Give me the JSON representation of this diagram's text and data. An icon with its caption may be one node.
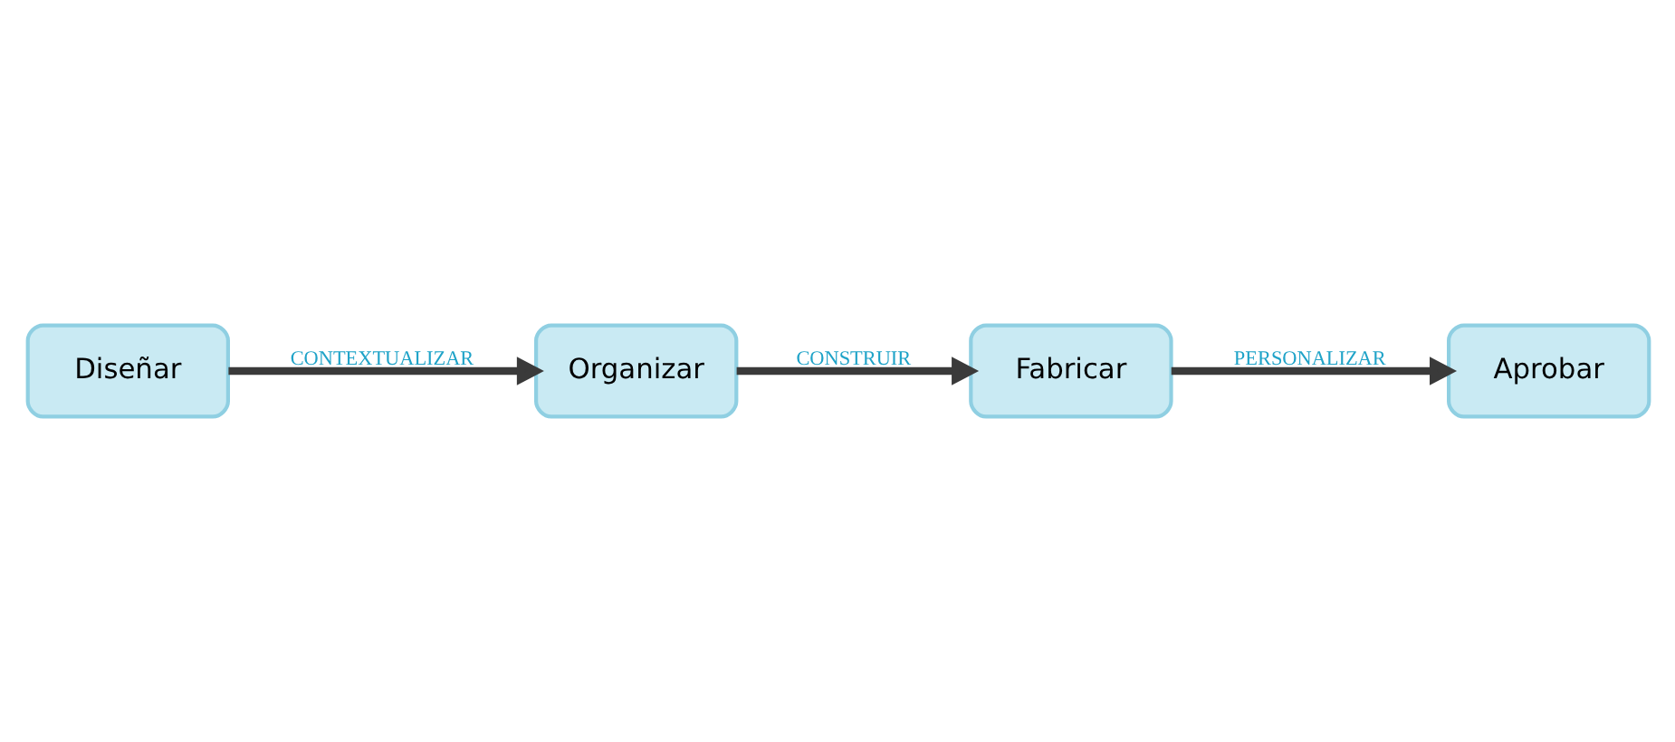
{
  "diagram": {
    "nodes": [
      {
        "text": [
          "Diseñar"
        ]
      },
      {
        "text": [
          "Organizar"
        ]
      },
      {
        "text": [
          "Fabricar"
        ]
      },
      {
        "text": [
          "Aprobar"
        ]
      }
    ],
    "edges": [
      {
        "from": 0,
        "to": 1,
        "arrow": "to",
        "label": "CONTEXTUALIZAR"
      },
      {
        "from": 1,
        "to": 2,
        "arrow": "to",
        "label": "CONSTRUIR"
      },
      {
        "from": 2,
        "to": 3,
        "arrow": "to",
        "label": "PERSONALIZAR"
      }
    ]
  }
}
